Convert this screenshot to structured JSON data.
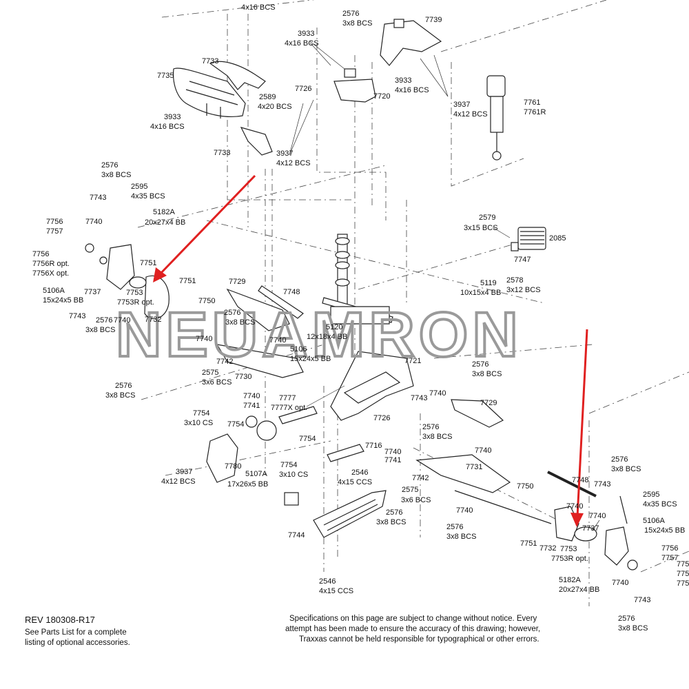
{
  "diagram": {
    "labels": [
      {
        "text": "4x16 BCS"
      },
      {
        "text": "2576"
      },
      {
        "text": "3x8 BCS"
      },
      {
        "text": "7739"
      },
      {
        "text": "3933"
      },
      {
        "text": "4x16 BCS"
      },
      {
        "text": "7733"
      },
      {
        "text": "7735"
      },
      {
        "text": "7726"
      },
      {
        "text": "7720"
      },
      {
        "text": "3933"
      },
      {
        "text": "4x16 BCS"
      },
      {
        "text": "3937"
      },
      {
        "text": "4x12 BCS"
      },
      {
        "text": "7761"
      },
      {
        "text": "7761R"
      },
      {
        "text": "2589"
      },
      {
        "text": "4x20 BCS"
      },
      {
        "text": "3933"
      },
      {
        "text": "4x16 BCS"
      },
      {
        "text": "7733"
      },
      {
        "text": "3937"
      },
      {
        "text": "4x12 BCS"
      },
      {
        "text": "2576"
      },
      {
        "text": "3x8 BCS"
      },
      {
        "text": "2595"
      },
      {
        "text": "4x35 BCS"
      },
      {
        "text": "7743"
      },
      {
        "text": "5182A"
      },
      {
        "text": "20x27x4 BB"
      },
      {
        "text": "7756"
      },
      {
        "text": "7757"
      },
      {
        "text": "7740"
      },
      {
        "text": "7756"
      },
      {
        "text": "7756R opt."
      },
      {
        "text": "7756X opt."
      },
      {
        "text": "7751"
      },
      {
        "text": "5106A"
      },
      {
        "text": "15x24x5 BB"
      },
      {
        "text": "7737"
      },
      {
        "text": "7753"
      },
      {
        "text": "7753R opt."
      },
      {
        "text": "7743"
      },
      {
        "text": "2576"
      },
      {
        "text": "3x8 BCS"
      },
      {
        "text": "7740"
      },
      {
        "text": "7732"
      },
      {
        "text": "7751"
      },
      {
        "text": "7729"
      },
      {
        "text": "7748"
      },
      {
        "text": "7750"
      },
      {
        "text": "2576"
      },
      {
        "text": "3x8 BCS"
      },
      {
        "text": "2579"
      },
      {
        "text": "3x15 BCS"
      },
      {
        "text": "2085"
      },
      {
        "text": "7747"
      },
      {
        "text": "5119"
      },
      {
        "text": "10x15x4 BB"
      },
      {
        "text": "2578"
      },
      {
        "text": "3x12 BCS"
      },
      {
        "text": "7740"
      },
      {
        "text": "7740"
      },
      {
        "text": "5120"
      },
      {
        "text": "12x18x4 BB"
      },
      {
        "text": "7742"
      },
      {
        "text": "2575"
      },
      {
        "text": "3x6 BCS"
      },
      {
        "text": "7730"
      },
      {
        "text": "5106"
      },
      {
        "text": "15x24x5 BB"
      },
      {
        "text": "7721"
      },
      {
        "text": "2576"
      },
      {
        "text": "3x8 BCS"
      },
      {
        "text": "2576"
      },
      {
        "text": "3x8 BCS"
      },
      {
        "text": "7740"
      },
      {
        "text": "7741"
      },
      {
        "text": "7777"
      },
      {
        "text": "7777X opt."
      },
      {
        "text": "7743"
      },
      {
        "text": "7740"
      },
      {
        "text": "7729"
      },
      {
        "text": "7754"
      },
      {
        "text": "3x10 CS"
      },
      {
        "text": "7754"
      },
      {
        "text": "7726"
      },
      {
        "text": "2576"
      },
      {
        "text": "3x8 BCS"
      },
      {
        "text": "3937"
      },
      {
        "text": "4x12 BCS"
      },
      {
        "text": "7780"
      },
      {
        "text": "5107A"
      },
      {
        "text": "17x26x5 BB"
      },
      {
        "text": "7754"
      },
      {
        "text": "7754"
      },
      {
        "text": "3x10 CS"
      },
      {
        "text": "7716"
      },
      {
        "text": "7740"
      },
      {
        "text": "7741"
      },
      {
        "text": "2546"
      },
      {
        "text": "4x15 CCS"
      },
      {
        "text": "7740"
      },
      {
        "text": "7731"
      },
      {
        "text": "7742"
      },
      {
        "text": "2575"
      },
      {
        "text": "3x6 BCS"
      },
      {
        "text": "7750"
      },
      {
        "text": "7748"
      },
      {
        "text": "2576"
      },
      {
        "text": "3x8 BCS"
      },
      {
        "text": "7743"
      },
      {
        "text": "2595"
      },
      {
        "text": "4x35 BCS"
      },
      {
        "text": "7740"
      },
      {
        "text": "7744"
      },
      {
        "text": "2576"
      },
      {
        "text": "3x8 BCS"
      },
      {
        "text": "7740"
      },
      {
        "text": "2576"
      },
      {
        "text": "3x8 BCS"
      },
      {
        "text": "7751"
      },
      {
        "text": "7732"
      },
      {
        "text": "7753"
      },
      {
        "text": "7753R opt."
      },
      {
        "text": "7737"
      },
      {
        "text": "7740"
      },
      {
        "text": "5106A"
      },
      {
        "text": "15x24x5 BB"
      },
      {
        "text": "7756"
      },
      {
        "text": "7757"
      },
      {
        "text": "775"
      },
      {
        "text": "775"
      },
      {
        "text": "775"
      },
      {
        "text": "5182A"
      },
      {
        "text": "20x27x4 BB"
      },
      {
        "text": "7740"
      },
      {
        "text": "7743"
      },
      {
        "text": "2546"
      },
      {
        "text": "4x15 CCS"
      },
      {
        "text": "2576"
      },
      {
        "text": "3x8 BCS"
      }
    ],
    "watermark": "NEUAMRON",
    "arrow_color": "#e02020"
  },
  "footer": {
    "rev": "REV 180308-R17",
    "parts_note_1": "See Parts List for a complete",
    "parts_note_2": "listing of optional accessories.",
    "spec_1": "Specifications on this page are subject to change without notice.  Every",
    "spec_2": "attempt has been made to ensure the accuracy of this drawing; however,",
    "spec_3": "Traxxas cannot be held responsible for typographical or other errors."
  }
}
